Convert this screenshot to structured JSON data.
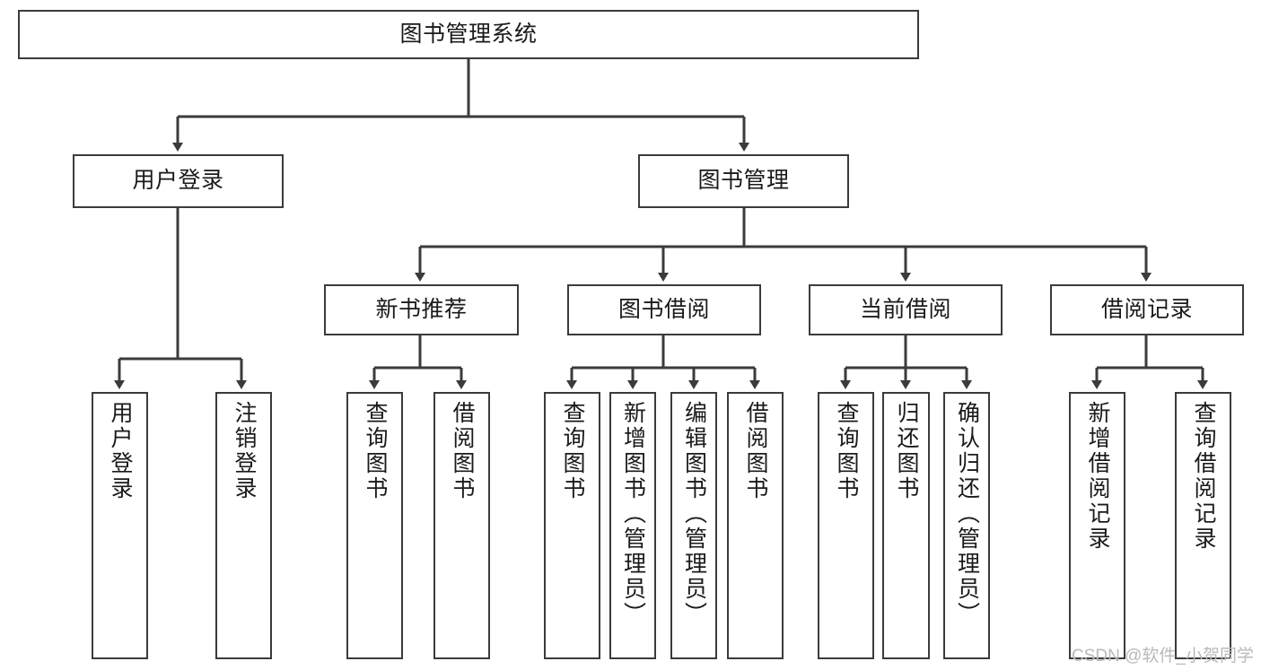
{
  "diagram": {
    "type": "tree-hierarchy",
    "title": "图书管理系统",
    "root": {
      "id": "root",
      "label": "图书管理系统"
    },
    "level2": [
      {
        "id": "user-login",
        "label": "用户登录"
      },
      {
        "id": "book-manage",
        "label": "图书管理"
      }
    ],
    "level3": [
      {
        "id": "new-book-recommend",
        "label": "新书推荐",
        "parent": "book-manage"
      },
      {
        "id": "book-borrow",
        "label": "图书借阅",
        "parent": "book-manage"
      },
      {
        "id": "current-borrow",
        "label": "当前借阅",
        "parent": "book-manage"
      },
      {
        "id": "borrow-record",
        "label": "借阅记录",
        "parent": "book-manage"
      }
    ],
    "leaves": {
      "user-login": [
        {
          "id": "leaf-user-login",
          "label": "用户登录"
        },
        {
          "id": "leaf-user-logout",
          "label": "注销登录"
        }
      ],
      "new-book-recommend": [
        {
          "id": "leaf-query-book-1",
          "label": "查询图书"
        },
        {
          "id": "leaf-borrow-book-1",
          "label": "借阅图书"
        }
      ],
      "book-borrow": [
        {
          "id": "leaf-query-book-2",
          "label": "查询图书"
        },
        {
          "id": "leaf-add-book",
          "label": "新增图书（管理员）"
        },
        {
          "id": "leaf-edit-book",
          "label": "编辑图书（管理员）"
        },
        {
          "id": "leaf-borrow-book-2",
          "label": "借阅图书"
        }
      ],
      "current-borrow": [
        {
          "id": "leaf-query-book-3",
          "label": "查询图书"
        },
        {
          "id": "leaf-return-book",
          "label": "归还图书"
        },
        {
          "id": "leaf-confirm-return",
          "label": "确认归还（管理员）"
        }
      ],
      "borrow-record": [
        {
          "id": "leaf-add-record",
          "label": "新增借阅记录"
        },
        {
          "id": "leaf-query-record",
          "label": "查询借阅记录"
        }
      ]
    }
  },
  "watermark": {
    "text": "CSDN @软件_小贺同学"
  },
  "colors": {
    "stroke": "#3b3b3b",
    "background": "#ffffff",
    "text": "#1a1a1a",
    "watermark": "#b9b9b9"
  }
}
